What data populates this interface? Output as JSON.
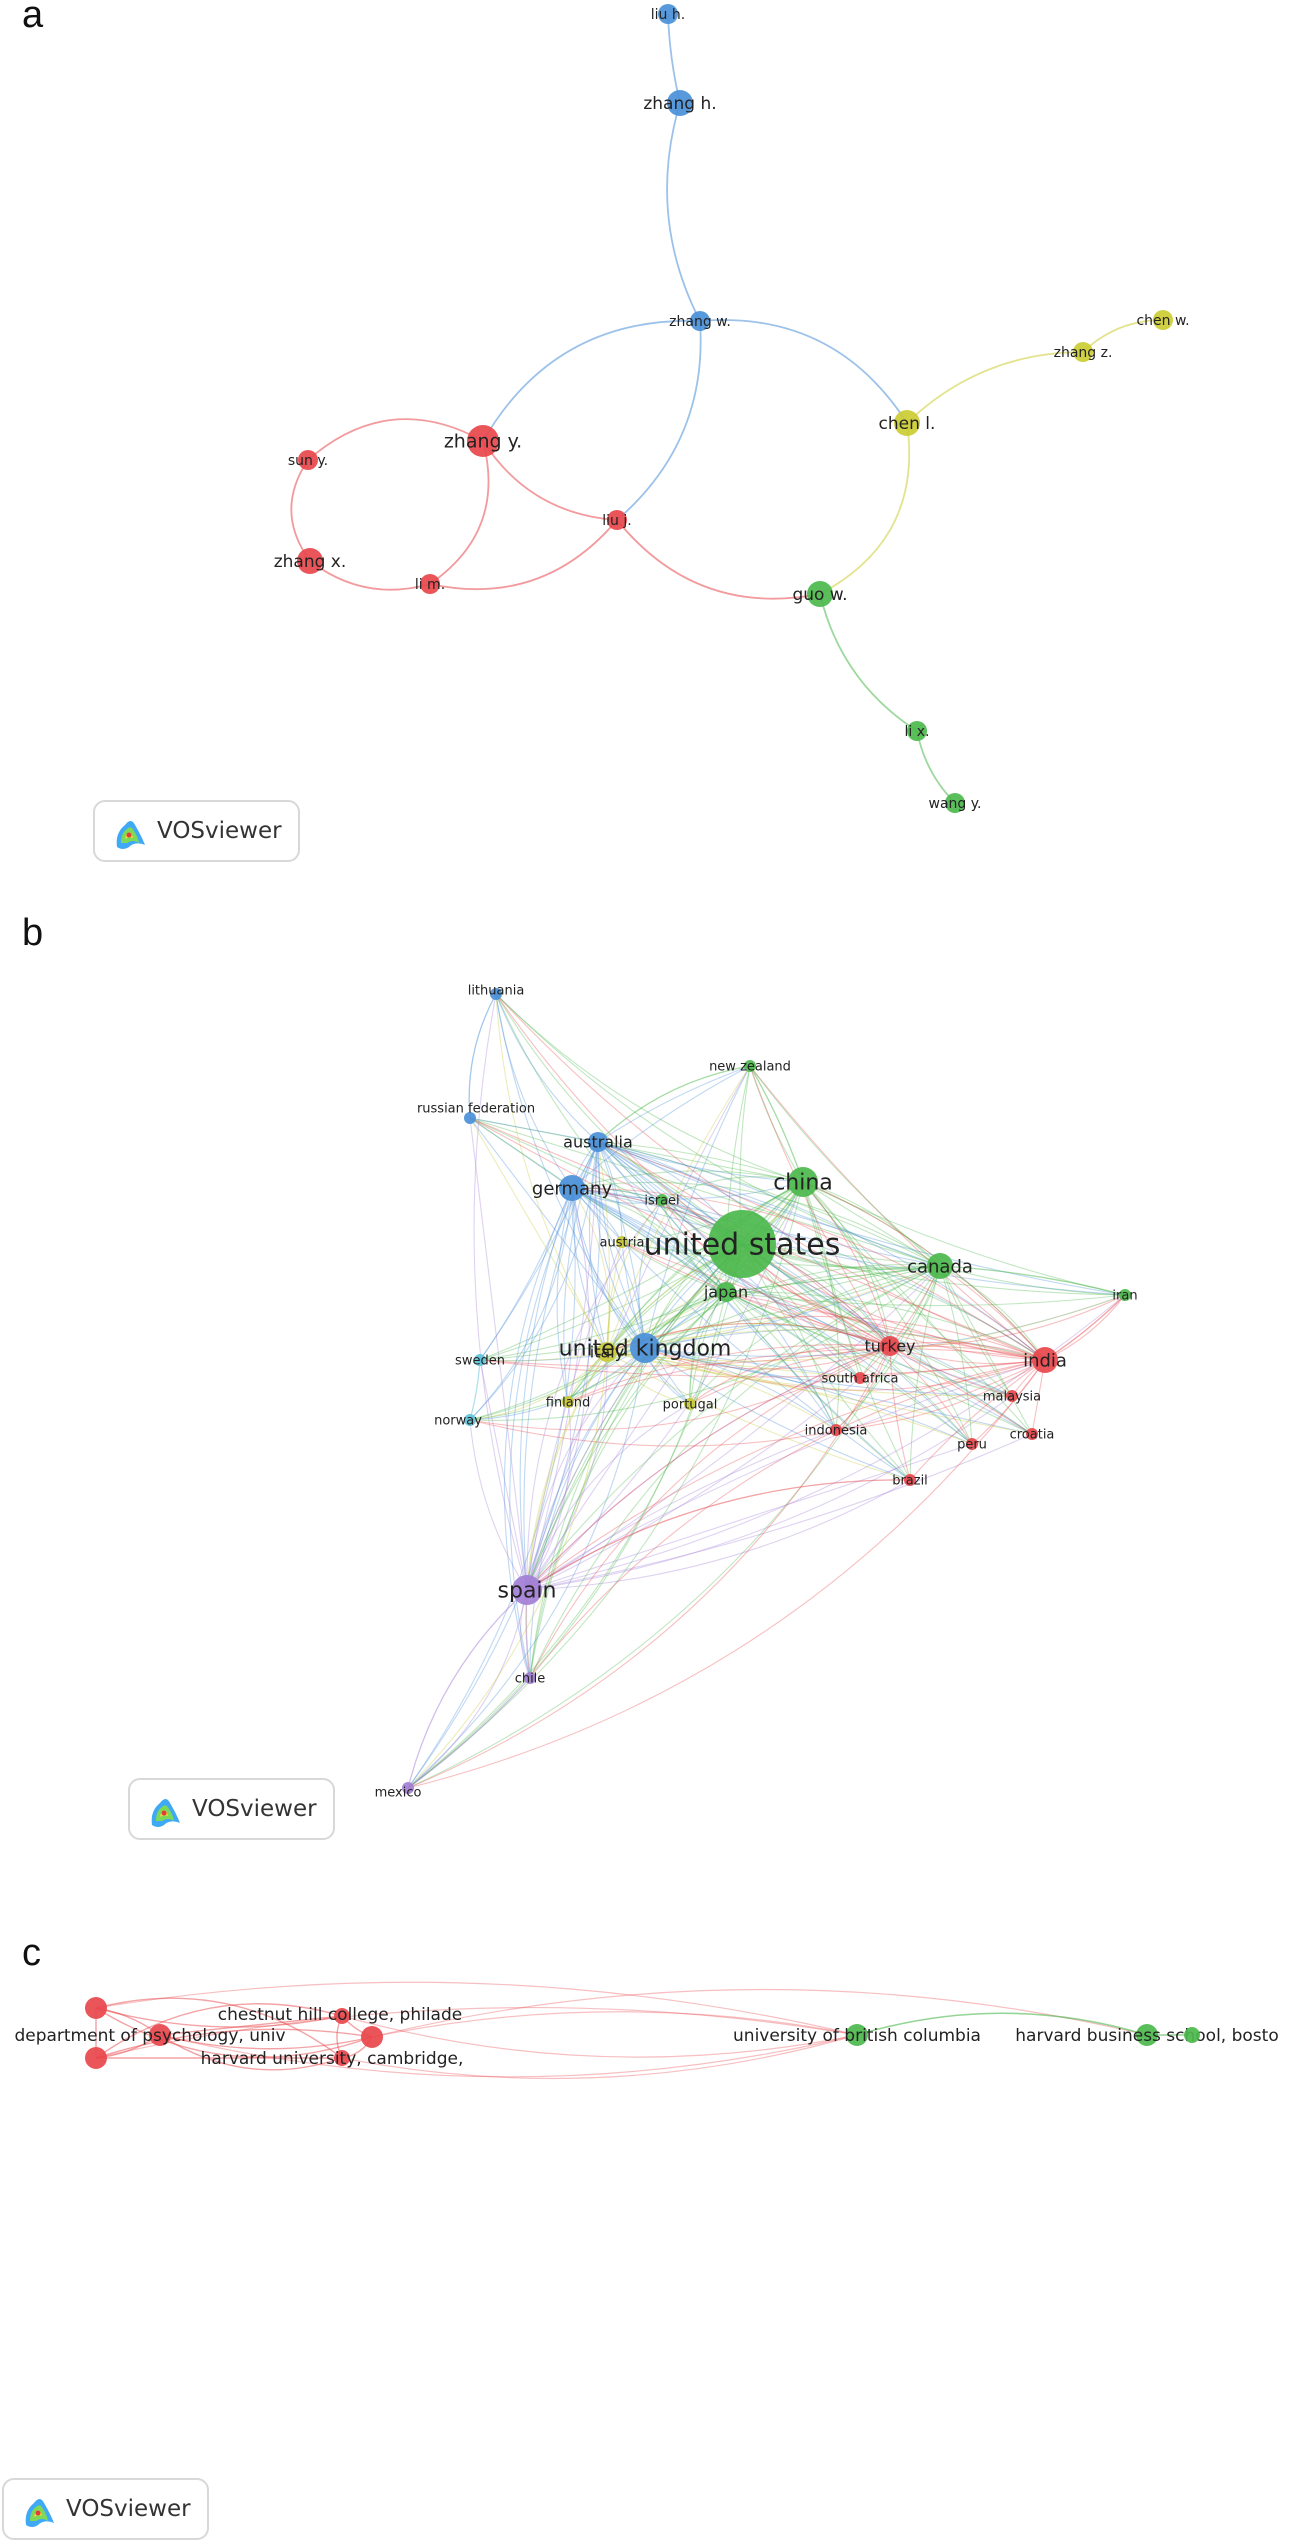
{
  "panels": [
    {
      "letter": "a",
      "logo_text": "VOSviewer",
      "colors": {
        "red": "#e8474c",
        "green": "#4cb84c",
        "blue": "#4a90d9",
        "yellow": "#cccc33"
      },
      "nodes": [
        {
          "id": "liu_h",
          "label": "liu h.",
          "cluster": "blue",
          "size": 1
        },
        {
          "id": "zhang_h",
          "label": "zhang h.",
          "cluster": "blue",
          "size": 2
        },
        {
          "id": "zhang_w",
          "label": "zhang w.",
          "cluster": "blue",
          "size": 1
        },
        {
          "id": "chen_w",
          "label": "chen w.",
          "cluster": "yellow",
          "size": 1
        },
        {
          "id": "zhang_z",
          "label": "zhang z.",
          "cluster": "yellow",
          "size": 1
        },
        {
          "id": "chen_l",
          "label": "chen l.",
          "cluster": "yellow",
          "size": 2
        },
        {
          "id": "sun_y",
          "label": "sun y.",
          "cluster": "red",
          "size": 1
        },
        {
          "id": "zhang_y",
          "label": "zhang y.",
          "cluster": "red",
          "size": 3
        },
        {
          "id": "liu_j",
          "label": "liu j.",
          "cluster": "red",
          "size": 1
        },
        {
          "id": "zhang_x",
          "label": "zhang x.",
          "cluster": "red",
          "size": 2
        },
        {
          "id": "li_m",
          "label": "li m.",
          "cluster": "red",
          "size": 1
        },
        {
          "id": "guo_w",
          "label": "guo w.",
          "cluster": "green",
          "size": 2
        },
        {
          "id": "li_x",
          "label": "li x.",
          "cluster": "green",
          "size": 1
        },
        {
          "id": "wang_y",
          "label": "wang y.",
          "cluster": "green",
          "size": 1
        }
      ],
      "links": [
        [
          "liu_h",
          "zhang_h"
        ],
        [
          "zhang_h",
          "zhang_w"
        ],
        [
          "zhang_w",
          "zhang_y"
        ],
        [
          "zhang_w",
          "liu_j"
        ],
        [
          "zhang_w",
          "chen_l"
        ],
        [
          "chen_l",
          "zhang_z"
        ],
        [
          "zhang_z",
          "chen_w"
        ],
        [
          "chen_l",
          "guo_w"
        ],
        [
          "zhang_y",
          "sun_y"
        ],
        [
          "sun_y",
          "zhang_x"
        ],
        [
          "zhang_x",
          "li_m"
        ],
        [
          "zhang_y",
          "li_m"
        ],
        [
          "zhang_y",
          "liu_j"
        ],
        [
          "li_m",
          "liu_j"
        ],
        [
          "liu_j",
          "guo_w"
        ],
        [
          "guo_w",
          "li_x"
        ],
        [
          "li_x",
          "wang_y"
        ]
      ]
    },
    {
      "letter": "b",
      "logo_text": "VOSviewer",
      "colors": {
        "red": "#e8474c",
        "green": "#4cb84c",
        "blue": "#4a90d9",
        "yellow": "#c9c93a",
        "purple": "#a37fd6",
        "cyan": "#5ec4d9"
      },
      "nodes": [
        {
          "id": "lithuania",
          "label": "lithuania",
          "cluster": "blue",
          "size": 1
        },
        {
          "id": "new_zealand",
          "label": "new zealand",
          "cluster": "green",
          "size": 1
        },
        {
          "id": "russian_federation",
          "label": "russian federation",
          "cluster": "blue",
          "size": 1
        },
        {
          "id": "australia",
          "label": "australia",
          "cluster": "blue",
          "size": 2
        },
        {
          "id": "china",
          "label": "china",
          "cluster": "green",
          "size": 4
        },
        {
          "id": "germany",
          "label": "germany",
          "cluster": "blue",
          "size": 3
        },
        {
          "id": "israel",
          "label": "israel",
          "cluster": "green",
          "size": 1
        },
        {
          "id": "united_states",
          "label": "united states",
          "cluster": "green",
          "size": 8
        },
        {
          "id": "austria",
          "label": "austria",
          "cluster": "yellow",
          "size": 1
        },
        {
          "id": "japan",
          "label": "japan",
          "cluster": "green",
          "size": 2
        },
        {
          "id": "canada",
          "label": "canada",
          "cluster": "green",
          "size": 3
        },
        {
          "id": "iran",
          "label": "iran",
          "cluster": "green",
          "size": 1
        },
        {
          "id": "italy",
          "label": "italy",
          "cluster": "yellow",
          "size": 2
        },
        {
          "id": "united_kingdom",
          "label": "united kingdom",
          "cluster": "blue",
          "size": 4
        },
        {
          "id": "turkey",
          "label": "turkey",
          "cluster": "red",
          "size": 2
        },
        {
          "id": "india",
          "label": "india",
          "cluster": "red",
          "size": 3
        },
        {
          "id": "sweden",
          "label": "sweden",
          "cluster": "cyan",
          "size": 1
        },
        {
          "id": "south_africa",
          "label": "south africa",
          "cluster": "red",
          "size": 1
        },
        {
          "id": "malaysia",
          "label": "malaysia",
          "cluster": "red",
          "size": 1
        },
        {
          "id": "finland",
          "label": "finland",
          "cluster": "yellow",
          "size": 1
        },
        {
          "id": "portugal",
          "label": "portugal",
          "cluster": "yellow",
          "size": 1
        },
        {
          "id": "norway",
          "label": "norway",
          "cluster": "cyan",
          "size": 1
        },
        {
          "id": "indonesia",
          "label": "indonesia",
          "cluster": "red",
          "size": 1
        },
        {
          "id": "peru",
          "label": "peru",
          "cluster": "red",
          "size": 1
        },
        {
          "id": "croatia",
          "label": "croatia",
          "cluster": "red",
          "size": 1
        },
        {
          "id": "brazil",
          "label": "brazil",
          "cluster": "red",
          "size": 1
        },
        {
          "id": "spain",
          "label": "spain",
          "cluster": "purple",
          "size": 4
        },
        {
          "id": "chile",
          "label": "chile",
          "cluster": "purple",
          "size": 1
        },
        {
          "id": "mexico",
          "label": "mexico",
          "cluster": "purple",
          "size": 1
        }
      ]
    },
    {
      "letter": "c",
      "logo_text": "VOSviewer",
      "colors": {
        "red": "#e8474c",
        "green": "#4cb84c"
      },
      "nodes": [
        {
          "id": "chestnut",
          "label": "chestnut hill college, philade",
          "cluster": "red",
          "size": 1
        },
        {
          "id": "dept_psych",
          "label": "department of psychology, univ",
          "cluster": "red",
          "size": 2
        },
        {
          "id": "harvard_cam",
          "label": "harvard university, cambridge,",
          "cluster": "red",
          "size": 1
        },
        {
          "id": "red_a",
          "label": "",
          "cluster": "red",
          "size": 2
        },
        {
          "id": "red_b",
          "label": "",
          "cluster": "red",
          "size": 2
        },
        {
          "id": "red_c",
          "label": "",
          "cluster": "red",
          "size": 2
        },
        {
          "id": "ubc",
          "label": "university of british columbia",
          "cluster": "green",
          "size": 2
        },
        {
          "id": "hbs",
          "label": "harvard business school, bosto",
          "cluster": "green",
          "size": 2
        },
        {
          "id": "green_end",
          "label": "",
          "cluster": "green",
          "size": 1
        }
      ]
    }
  ]
}
